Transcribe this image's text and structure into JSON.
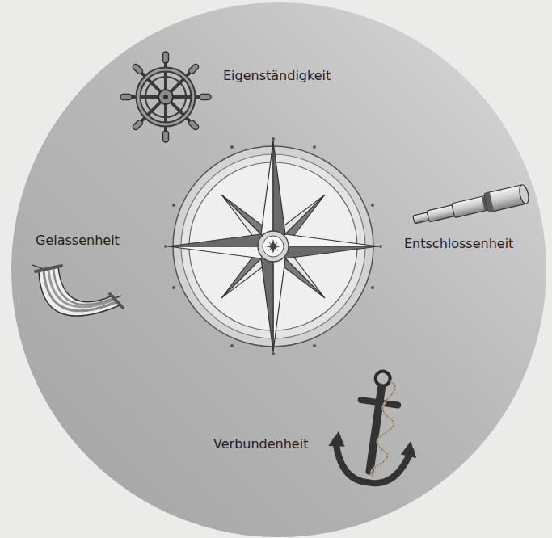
{
  "diagram": {
    "labels": [
      "Eigenständigkeit",
      "Gelassenheit",
      "Entschlossenheit",
      "Verbundenheit"
    ]
  }
}
